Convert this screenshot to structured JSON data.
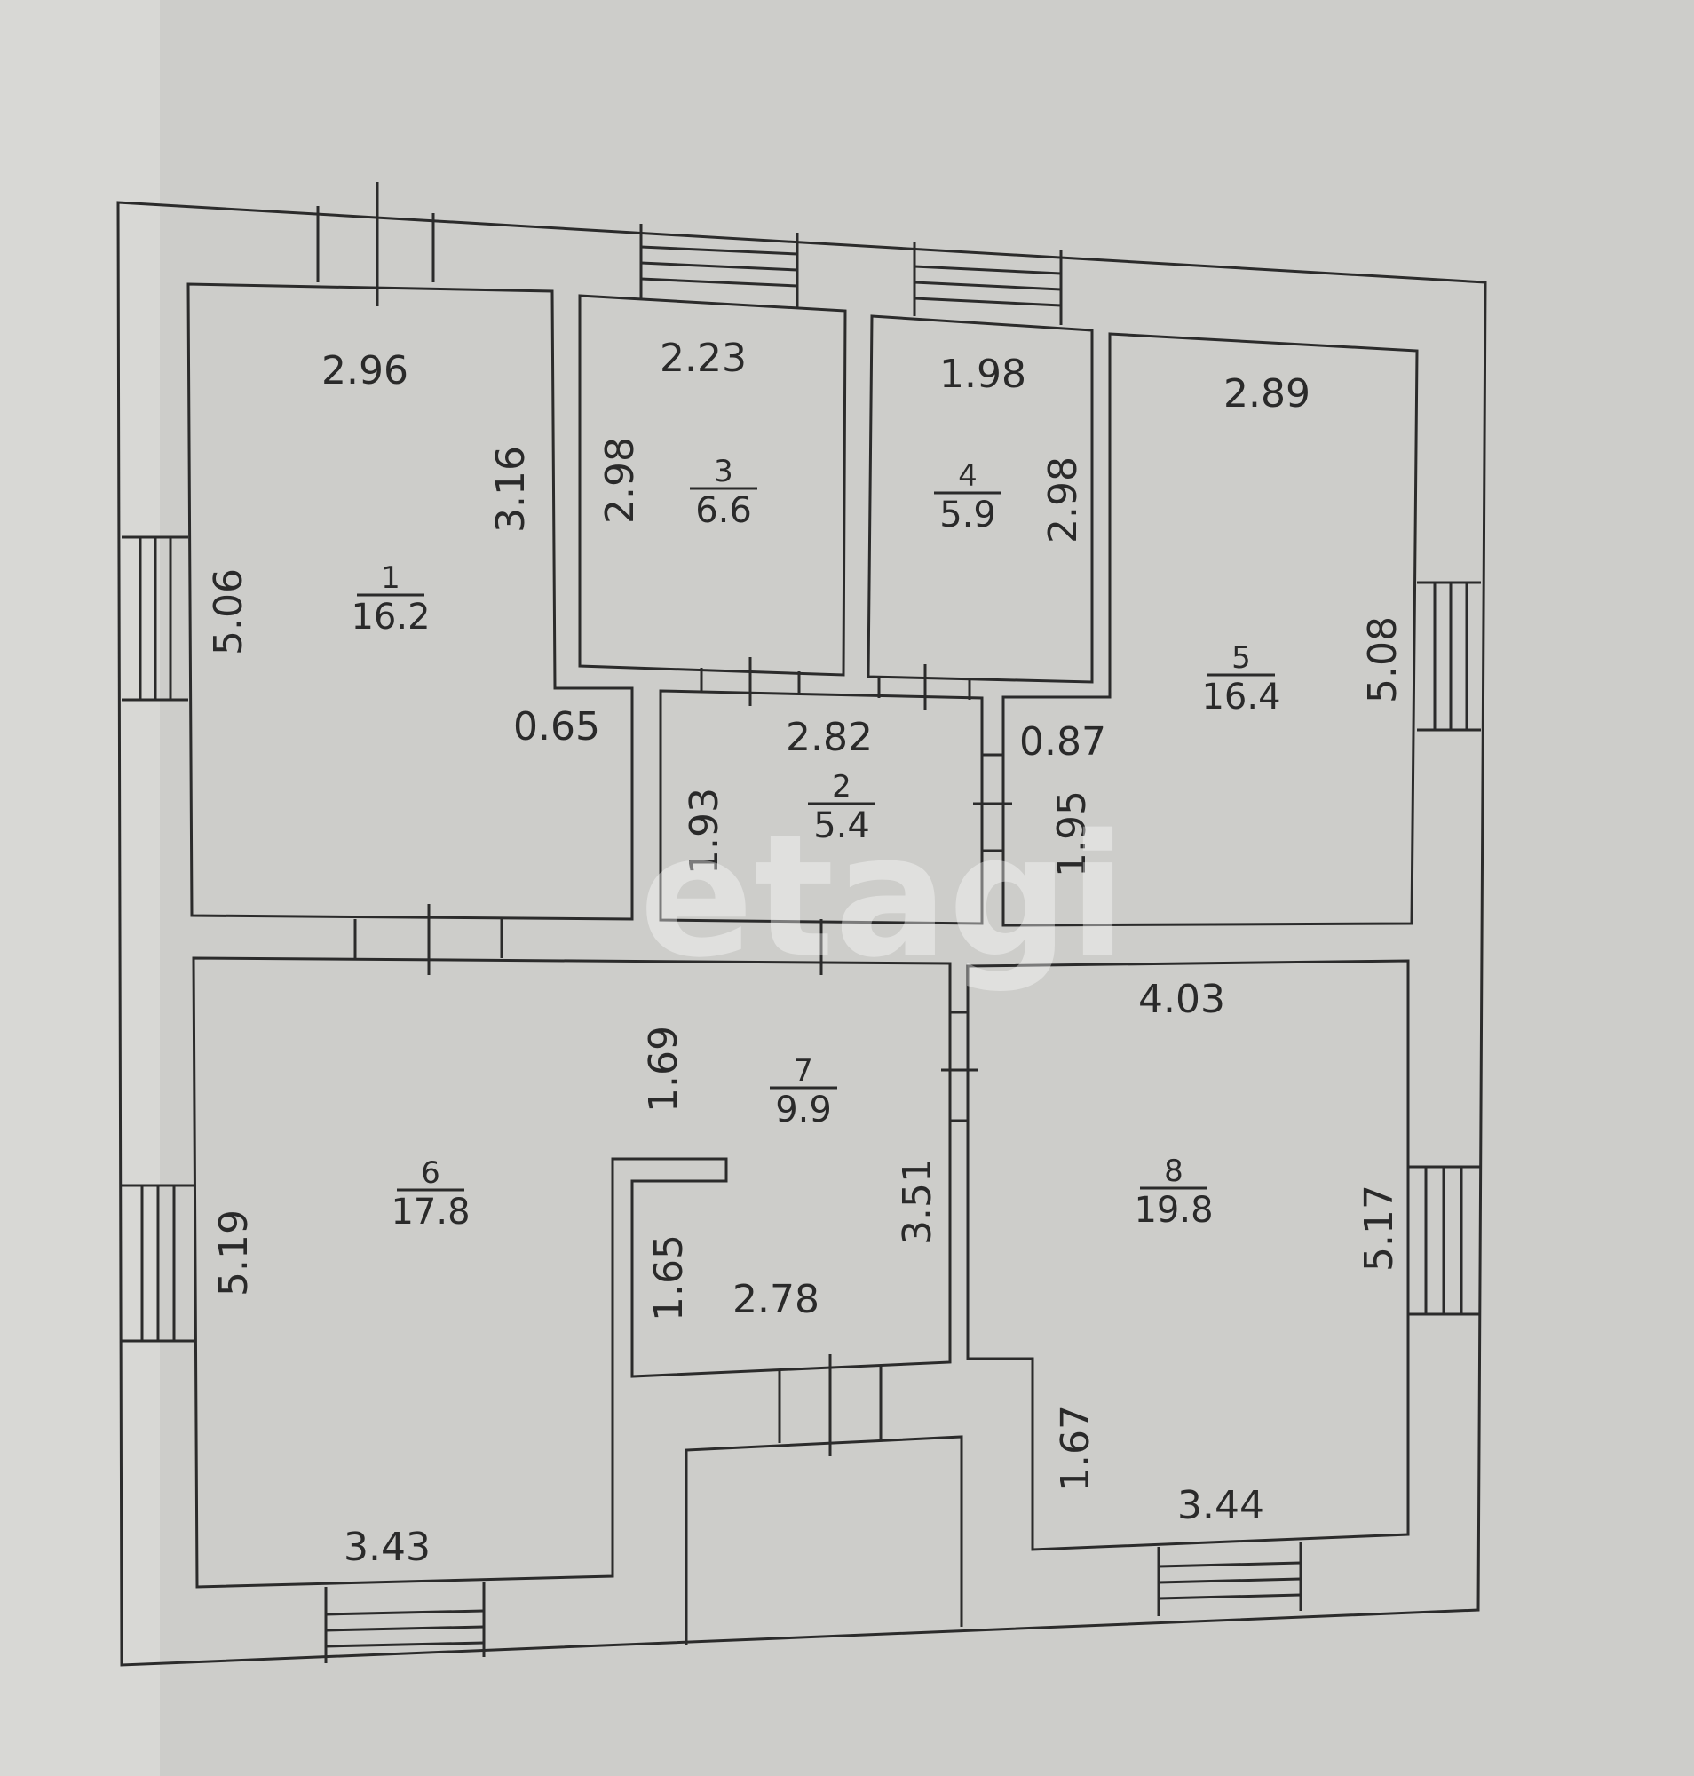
{
  "watermark": "etagi",
  "rooms": [
    {
      "number": "1",
      "area": "16.2"
    },
    {
      "number": "2",
      "area": "5.4"
    },
    {
      "number": "3",
      "area": "6.6"
    },
    {
      "number": "4",
      "area": "5.9"
    },
    {
      "number": "5",
      "area": "16.4"
    },
    {
      "number": "6",
      "area": "17.8"
    },
    {
      "number": "7",
      "area": "9.9"
    },
    {
      "number": "8",
      "area": "19.8"
    }
  ],
  "dimensions": {
    "room1_top": "2.96",
    "room1_inner": "3.16",
    "room1_left": "5.06",
    "room1_step": "0.65",
    "room3_top": "2.23",
    "room3_left": "2.98",
    "room4_top": "1.98",
    "room4_right": "2.98",
    "room5_top": "2.89",
    "room5_right": "5.08",
    "room5_step": "0.87",
    "room5_inner": "1.95",
    "room2_top": "2.82",
    "room2_left": "1.93",
    "room8_top": "4.03",
    "room8_right": "5.17",
    "room8_inner": "1.67",
    "room8_bottom": "3.44",
    "room7_inner": "1.69",
    "room7_right": "3.51",
    "room7_left": "1.65",
    "room7_bottom": "2.78",
    "room6_left": "5.19",
    "room6_bottom": "3.43"
  },
  "colors": {
    "background": "#c9c9c6",
    "paper": "#d6d6d3",
    "line": "#2b2b2b"
  }
}
